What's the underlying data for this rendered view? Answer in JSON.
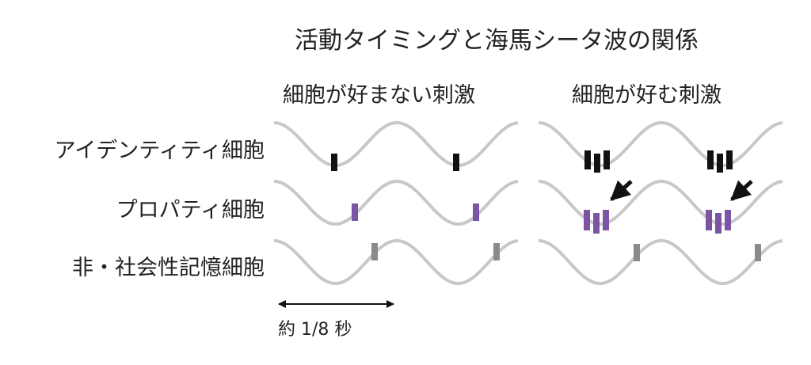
{
  "title": "活動タイミングと海馬シータ波の関係",
  "columns": [
    {
      "label": "細胞が好まない刺激"
    },
    {
      "label": "細胞が好む刺激"
    }
  ],
  "rows": [
    {
      "label": "アイデンティティ細胞",
      "color": "#111111"
    },
    {
      "label": "プロパティ細胞",
      "color": "#7b55a3"
    },
    {
      "label": "非・社会性記憶細胞",
      "color": "#8a8a8a"
    }
  ],
  "wave_color": "#c8c8c8",
  "scale_label": "約 1/8 秒"
}
